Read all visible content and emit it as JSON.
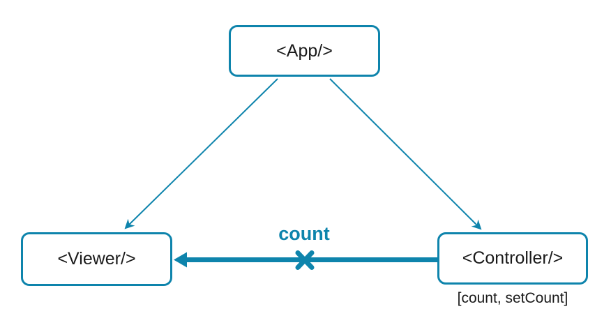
{
  "colors": {
    "accent": "#0e84ac",
    "node_text": "#1a1a1a",
    "background": "#ffffff"
  },
  "diagram": {
    "title": "",
    "nodes": {
      "app": {
        "label": "<App/>"
      },
      "viewer": {
        "label": "<Viewer/>"
      },
      "controller": {
        "label": "<Controller/>",
        "annotation": "[count, setCount]"
      }
    },
    "edges": [
      {
        "from": "app",
        "to": "viewer",
        "style": "thin-arrow"
      },
      {
        "from": "app",
        "to": "controller",
        "style": "thin-arrow"
      },
      {
        "from": "controller",
        "to": "viewer",
        "style": "thick-arrow",
        "label": "count",
        "crossed_out": true
      }
    ]
  }
}
